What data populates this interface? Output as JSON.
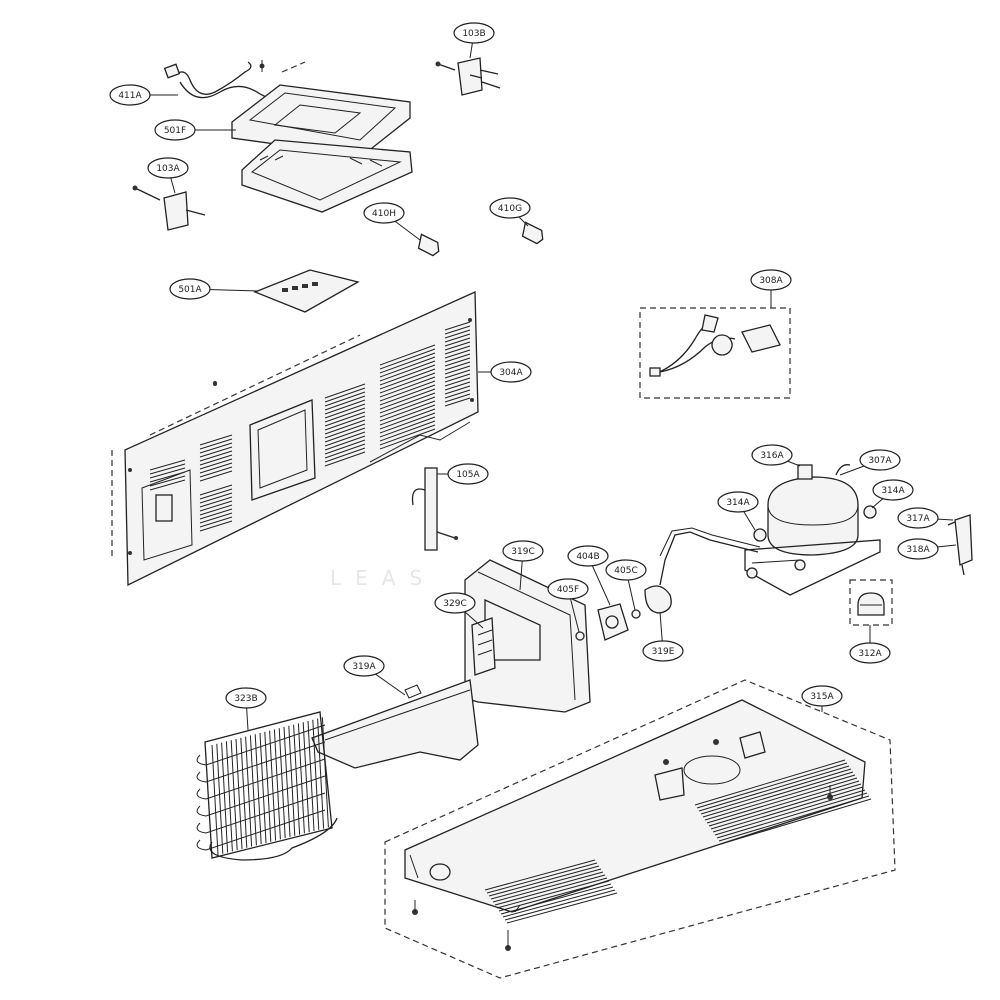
{
  "diagram": {
    "parts": [
      {
        "id": "411A",
        "label": "411A"
      },
      {
        "id": "501F",
        "label": "501F"
      },
      {
        "id": "103B",
        "label": "103B"
      },
      {
        "id": "103A",
        "label": "103A"
      },
      {
        "id": "410H",
        "label": "410H"
      },
      {
        "id": "410G",
        "label": "410G"
      },
      {
        "id": "501A",
        "label": "501A"
      },
      {
        "id": "304A",
        "label": "304A"
      },
      {
        "id": "308A",
        "label": "308A"
      },
      {
        "id": "316A",
        "label": "316A"
      },
      {
        "id": "307A",
        "label": "307A"
      },
      {
        "id": "314A-left",
        "label": "314A"
      },
      {
        "id": "314A-right",
        "label": "314A"
      },
      {
        "id": "317A",
        "label": "317A"
      },
      {
        "id": "318A",
        "label": "318A"
      },
      {
        "id": "105A",
        "label": "105A"
      },
      {
        "id": "319C",
        "label": "319C"
      },
      {
        "id": "404B",
        "label": "404B"
      },
      {
        "id": "405C",
        "label": "405C"
      },
      {
        "id": "405F",
        "label": "405F"
      },
      {
        "id": "329C",
        "label": "329C"
      },
      {
        "id": "319E",
        "label": "319E"
      },
      {
        "id": "312A",
        "label": "312A"
      },
      {
        "id": "319A",
        "label": "319A"
      },
      {
        "id": "323B",
        "label": "323B"
      },
      {
        "id": "315A",
        "label": "315A"
      }
    ]
  }
}
